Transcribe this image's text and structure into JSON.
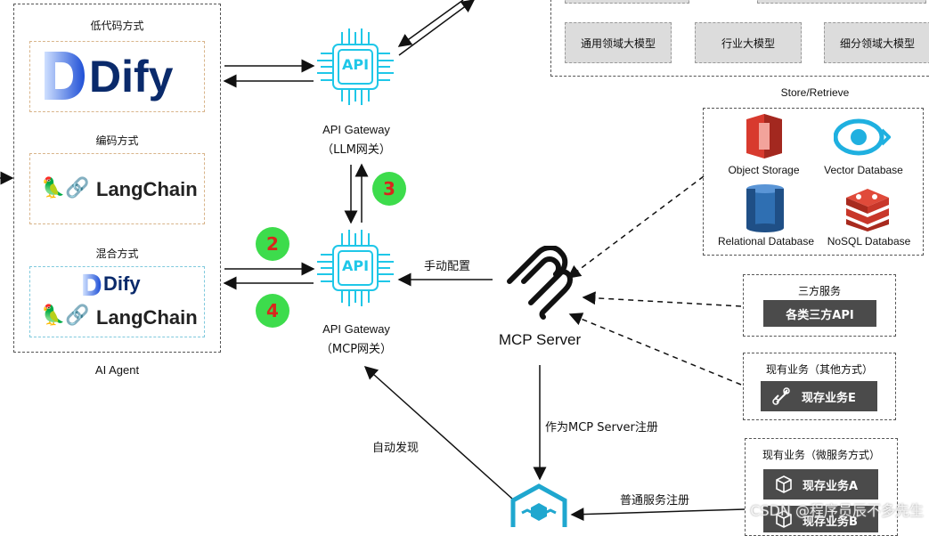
{
  "agent_panel": {
    "title": "AI Agent",
    "low_code_label": "低代码方式",
    "coding_label": "编码方式",
    "mixed_label": "混合方式",
    "dify_brand": "Dify",
    "langchain_brand": "LangChain"
  },
  "gateways": {
    "llm_title": "API Gateway",
    "llm_subtitle": "（LLM网关）",
    "mcp_title": "API Gateway",
    "mcp_subtitle": "（MCP网关）",
    "chip_text": "API"
  },
  "steps": {
    "s2": "2",
    "s3": "3",
    "s4": "4"
  },
  "models": {
    "general": "通用领域大模型",
    "industry": "行业大模型",
    "niche": "细分领域大模型"
  },
  "storage": {
    "heading": "Store/Retrieve",
    "object": "Object Storage",
    "vector": "Vector Database",
    "relational": "Relational Database",
    "nosql": "NoSQL Database"
  },
  "mcp": {
    "server_label": "MCP Server",
    "manual_config": "手动配置",
    "register_as_mcp": "作为MCP Server注册",
    "auto_discover": "自动发现",
    "normal_register": "普通服务注册"
  },
  "third_party": {
    "title": "三方服务",
    "button": "各类三方API"
  },
  "existing_other": {
    "title": "现有业务（其他方式）",
    "button": "现存业务E"
  },
  "existing_micro": {
    "title": "现有业务（微服务方式）",
    "button_a": "现存业务A",
    "button_b": "现存业务B"
  },
  "watermark": "CSDN @程序员辰不多先生",
  "colors": {
    "chip_cyan": "#1fc7e8",
    "green_badge": "#3ddc4c",
    "red_number": "#d9261c",
    "dify_blue": "#0a2a6b",
    "redis_red": "#d83a2e",
    "db_blue": "#2f6fb2"
  }
}
